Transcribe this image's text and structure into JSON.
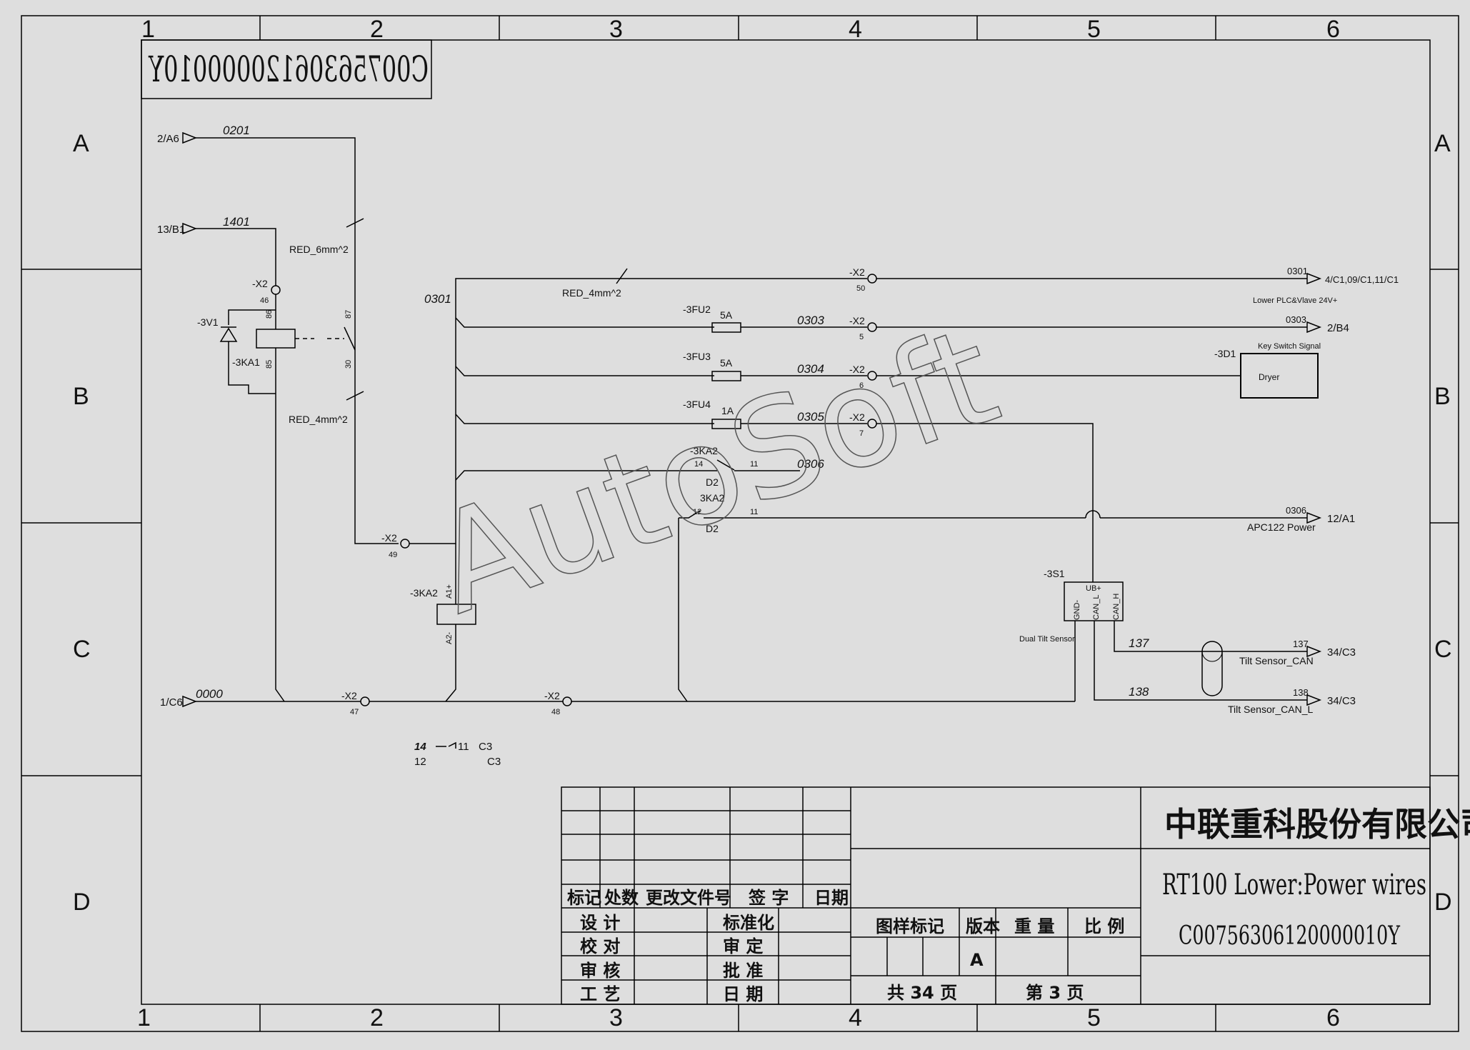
{
  "frame": {
    "columns": [
      "1",
      "2",
      "3",
      "4",
      "5",
      "6"
    ],
    "rows": [
      "A",
      "B",
      "C",
      "D"
    ]
  },
  "drawing_number_mirrored": "C00756306120000010Y",
  "watermark": "AutoSoft",
  "refs": {
    "in_a6": "2/A6",
    "in_b1": "13/B1",
    "in_c6": "1/C6",
    "out_0301": "4/C1,09/C1,11/C1",
    "out_0303": "2/B4",
    "out_0306": "12/A1",
    "out_137": "34/C3",
    "out_138": "34/C3"
  },
  "wires": {
    "w0201": "0201",
    "w1401": "1401",
    "w0301": "0301",
    "w0303": "0303",
    "w0304": "0304",
    "w0305": "0305",
    "w0306": "0306",
    "w0000": "0000",
    "w137": "137",
    "w138": "138",
    "w0301_r": "0301",
    "w0303_r": "0303",
    "w0306_r": "0306",
    "w137_r": "137",
    "w138_r": "138"
  },
  "cables": {
    "red6": "RED_6mm^2",
    "red4a": "RED_4mm^2",
    "red4b": "RED_4mm^2"
  },
  "terminals": {
    "x2": "-X2",
    "t46": "46",
    "t47": "47",
    "t48": "48",
    "t49": "49",
    "t50": "50",
    "t5": "5",
    "t6": "6",
    "t7": "7"
  },
  "components": {
    "v1": "-3V1",
    "ka1": "-3KA1",
    "ka1_86": "86",
    "ka1_85": "85",
    "ka1_87": "87",
    "ka1_30": "30",
    "ka2": "-3KA2",
    "ka2_c": "-3KA2",
    "ka2_b": "3KA2",
    "ka2_a1": "A1+",
    "ka2_a2": "A2-",
    "ka2_14": "14",
    "ka2_11": "11",
    "ka2_12": "12",
    "ka2_11b": "11",
    "d2a": "D2",
    "d2b": "D2",
    "fu2": "-3FU2",
    "fu3": "-3FU3",
    "fu4": "-3FU4",
    "fu2_rating": "5A",
    "fu3_rating": "5A",
    "fu4_rating": "1A",
    "d1": "-3D1",
    "dryer": "Dryer",
    "key_switch": "Key Switch Signal",
    "s1": "-3S1",
    "s1_ub": "UB+",
    "s1_gnd": "GND-",
    "s1_canl": "CAN_L",
    "s1_canh": "CAN_H",
    "dual_tilt": "Dual Tilt Sensor"
  },
  "labels": {
    "lower_plc": "Lower PLC&Vlave 24V+",
    "apc122": "APC122 Power",
    "tilt_can": "Tilt Sensor_CAN",
    "tilt_can_l": "Tilt Sensor_CAN_L"
  },
  "contact_ref": {
    "r14": "14",
    "r11": "11",
    "rc3a": "C3",
    "r12": "12",
    "rc3b": "C3"
  },
  "title_block": {
    "company": "中联重科股份有限公司",
    "title": "RT100 Lower:Power wires",
    "drawing_number": "C00756306120000010Y",
    "rev_headers": [
      "标记",
      "处数",
      "更改文件号",
      "签 字",
      "日期"
    ],
    "sign_left": [
      "设 计",
      "校 对",
      "审 核",
      "工 艺"
    ],
    "sign_right": [
      "标准化",
      "审 定",
      "批 准",
      "日 期"
    ],
    "col_labels": [
      "图样标记",
      "版本",
      "重 量",
      "比 例"
    ],
    "version": "A",
    "total_sheets": "共 34 页",
    "sheet_no": "第 3 页"
  }
}
